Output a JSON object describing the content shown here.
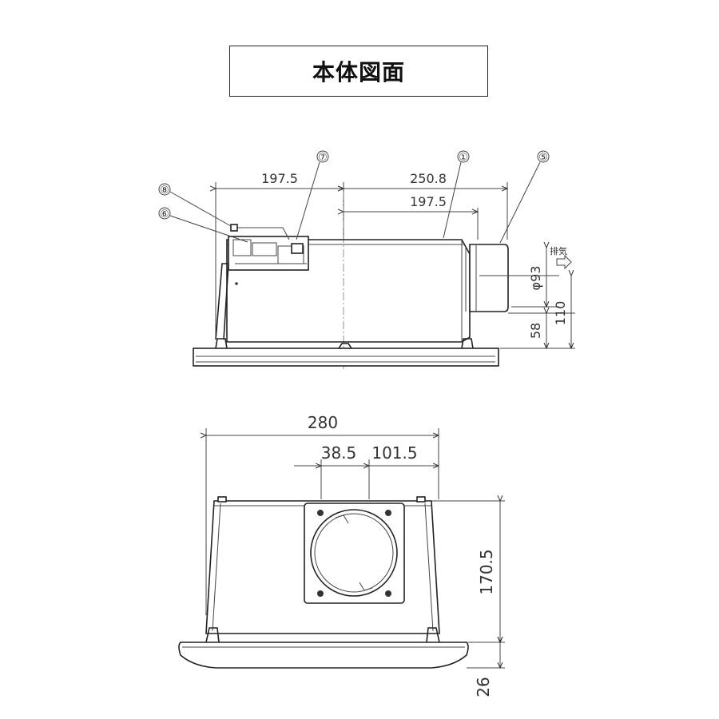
{
  "title": "本体図面",
  "side_view": {
    "dims": {
      "left_width": "197.5",
      "overall_right": "250.8",
      "inner_right": "197.5",
      "duct_diameter": "φ93",
      "height_110": "110",
      "height_58": "58"
    },
    "exhaust_label": "排気",
    "callouts": [
      "⑦",
      "①",
      "⑤",
      "⑧",
      "⑥"
    ]
  },
  "bottom_view": {
    "dims": {
      "overall_width": "280",
      "offset_left": "38.5",
      "offset_right": "101.5",
      "height": "170.5",
      "panel_height": "26"
    }
  }
}
